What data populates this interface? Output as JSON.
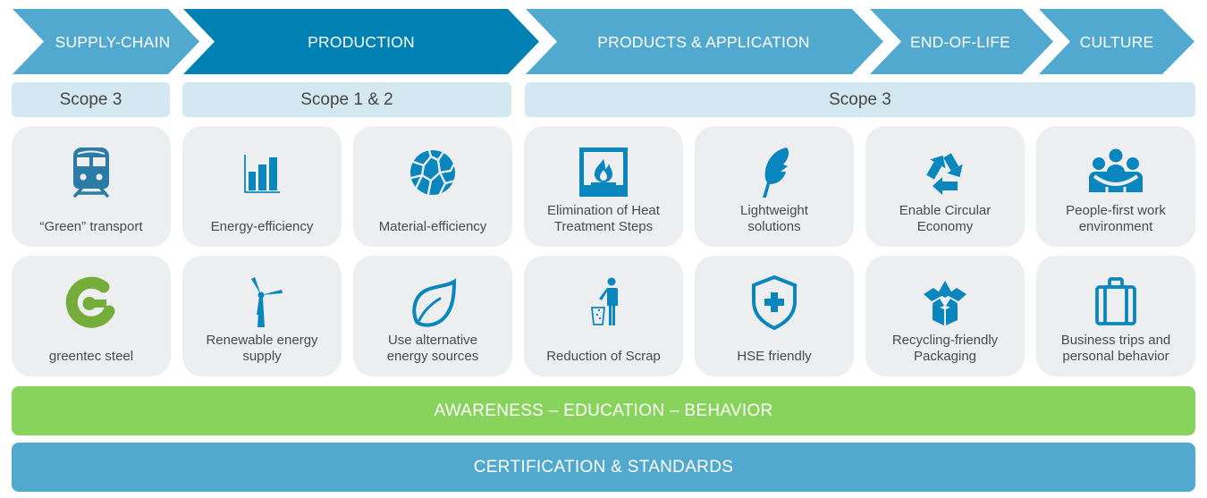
{
  "stages": [
    {
      "label": "SUPPLY-CHAIN",
      "color": "#52A9CF"
    },
    {
      "label": "PRODUCTION",
      "color": "#0081B4"
    },
    {
      "label": "PRODUCTS & APPLICATION",
      "color": "#52A9CF"
    },
    {
      "label": "END-OF-LIFE",
      "color": "#52A9CF"
    },
    {
      "label": "CULTURE",
      "color": "#52A9CF"
    }
  ],
  "scopes": [
    {
      "label": "Scope 3"
    },
    {
      "label": "Scope 1 & 2"
    },
    {
      "label": "Scope 3"
    }
  ],
  "tiles": {
    "row1": [
      {
        "label": "“Green” transport",
        "icon": "train-icon"
      },
      {
        "label": "Energy-efficiency",
        "icon": "bar-chart-icon"
      },
      {
        "label": "Material-efficiency",
        "icon": "material-globe-icon"
      },
      {
        "label": "Elimination of Heat\nTreatment Steps",
        "icon": "fireplace-flame-icon"
      },
      {
        "label": "Lightweight\nsolutions",
        "icon": "feather-icon"
      },
      {
        "label": "Enable Circular\nEconomy",
        "icon": "recycle-icon"
      },
      {
        "label": "People-first work\nenvironment",
        "icon": "people-group-icon"
      }
    ],
    "row2": [
      {
        "label": "greentec steel",
        "icon": "greentec-logo-icon"
      },
      {
        "label": "Renewable energy\nsupply",
        "icon": "wind-turbine-icon"
      },
      {
        "label": "Use alternative\nenergy sources",
        "icon": "leaf-icon"
      },
      {
        "label": "Reduction of Scrap",
        "icon": "person-trash-bin-icon"
      },
      {
        "label": "HSE friendly",
        "icon": "shield-plus-icon"
      },
      {
        "label": "Recycling-friendly\nPackaging",
        "icon": "open-box-icon"
      },
      {
        "label": "Business trips and\npersonal behavior",
        "icon": "suitcase-icon"
      }
    ]
  },
  "bands": {
    "awareness": "AWARENESS – EDUCATION – BEHAVIOR",
    "certification": "CERTIFICATION & STANDARDS"
  },
  "colors": {
    "chevron_light": "#52A9CF",
    "chevron_dark": "#0081B4",
    "scope_bg": "#D4E8F1",
    "tile_bg": "#EDEEF0",
    "icon_blue": "#0A86BE",
    "greentec_green": "#75AD3A",
    "awareness_green": "#87D35C",
    "certification_blue": "#52A9CF"
  }
}
